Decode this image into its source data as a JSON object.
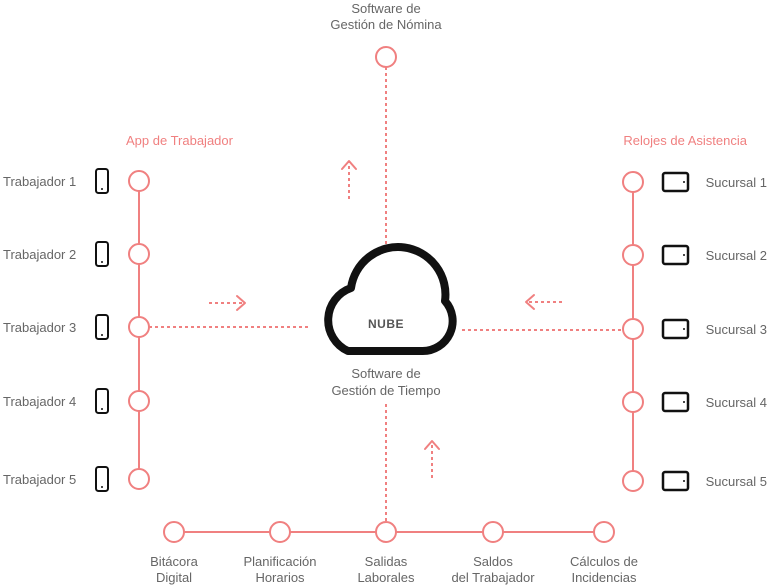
{
  "colors": {
    "accent": "#f08080",
    "ink": "#111111",
    "text": "#666666"
  },
  "nomina": {
    "line1": "Software de",
    "line2": "Gestión de Nómina"
  },
  "app_section": {
    "title": "App de Trabajador"
  },
  "relojes_section": {
    "title": "Relojes de Asistencia"
  },
  "cloud": {
    "label": "NUBE",
    "line1": "Software de",
    "line2": "Gestión de Tiempo"
  },
  "workers": [
    "Trabajador 1",
    "Trabajador 2",
    "Trabajador 3",
    "Trabajador 4",
    "Trabajador 5"
  ],
  "branches": [
    "Sucursal 1",
    "Sucursal 2",
    "Sucursal 3",
    "Sucursal 4",
    "Sucursal 5"
  ],
  "modules": [
    {
      "line1": "Bitácora",
      "line2": "Digital"
    },
    {
      "line1": "Planificación",
      "line2": "Horarios"
    },
    {
      "line1": "Salidas",
      "line2": "Laborales"
    },
    {
      "line1": "Saldos",
      "line2": "del Trabajador"
    },
    {
      "line1": "Cálculos de",
      "line2": "Incidencias"
    }
  ],
  "icons": {
    "worker_device": "smartphone-icon",
    "branch_device": "tablet-icon",
    "cloud": "cloud-icon",
    "flow": "arrow-icon"
  }
}
